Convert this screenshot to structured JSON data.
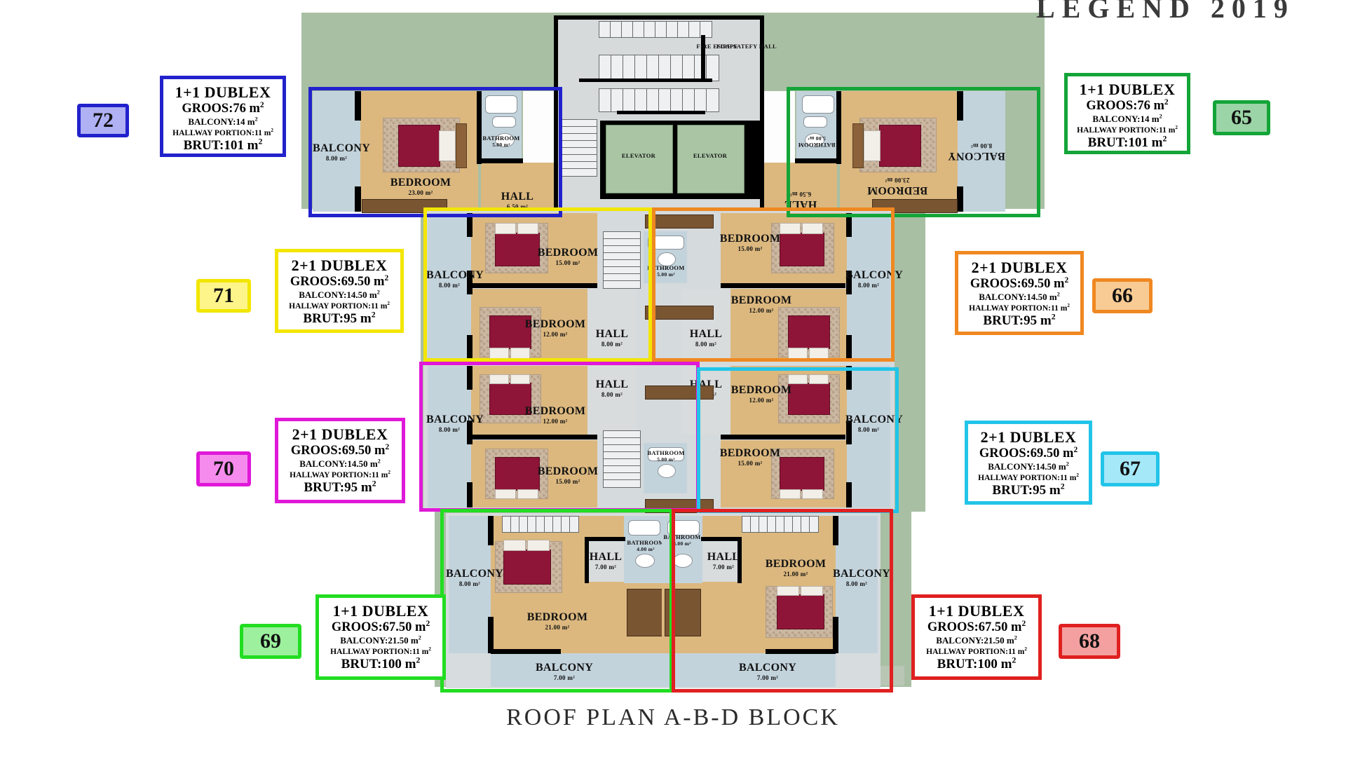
{
  "title": "ROOF PLAN  A-B-D BLOCK",
  "watermark": "LEGEND 2019",
  "colors": {
    "unit_72": "#2222cc",
    "unit_71": "#f2e600",
    "unit_70": "#e018d8",
    "unit_69": "#22dd22",
    "unit_68": "#e02020",
    "unit_67": "#22c4e8",
    "unit_66": "#ef8821",
    "unit_65": "#13a538",
    "badge_72_fill": "#b0b0f5",
    "badge_71_fill": "#fdf48a",
    "badge_70_fill": "#f58ced",
    "badge_69_fill": "#9df09d",
    "badge_68_fill": "#f4a0a0",
    "badge_67_fill": "#a5e8f8",
    "badge_66_fill": "#f8cb94",
    "badge_65_fill": "#9bd4a6"
  },
  "units": [
    {
      "id": "72",
      "badge": "72",
      "type": "1+1 DUBLEX",
      "groos_label": "GROOS:76 m",
      "groos_sup": "2",
      "balcony_label": "BALCONY:14 m",
      "balcony_sup": "2",
      "hallway_label": "HALLWAY PORTION:11 m",
      "hallway_sup": "2",
      "brut_label": "BRUT:101 m",
      "brut_sup": "2",
      "color": "#2222cc"
    },
    {
      "id": "71",
      "badge": "71",
      "type": "2+1 DUBLEX",
      "groos_label": "GROOS:69.50 m",
      "groos_sup": "2",
      "balcony_label": "BALCONY:14.50 m",
      "balcony_sup": "2",
      "hallway_label": "HALLWAY PORTION:11 m",
      "hallway_sup": "2",
      "brut_label": "BRUT:95 m",
      "brut_sup": "2",
      "color": "#f2e600"
    },
    {
      "id": "70",
      "badge": "70",
      "type": "2+1 DUBLEX",
      "groos_label": "GROOS:69.50 m",
      "groos_sup": "2",
      "balcony_label": "BALCONY:14.50 m",
      "balcony_sup": "2",
      "hallway_label": "HALLWAY PORTION:11 m",
      "hallway_sup": "2",
      "brut_label": "BRUT:95 m",
      "brut_sup": "2",
      "color": "#e018d8"
    },
    {
      "id": "69",
      "badge": "69",
      "type": "1+1 DUBLEX",
      "groos_label": "GROOS:67.50 m",
      "groos_sup": "2",
      "balcony_label": "BALCONY:21.50 m",
      "balcony_sup": "2",
      "hallway_label": "HALLWAY PORTION:11 m",
      "hallway_sup": "2",
      "brut_label": "BRUT:100 m",
      "brut_sup": "2",
      "color": "#22dd22"
    },
    {
      "id": "68",
      "badge": "68",
      "type": "1+1 DUBLEX",
      "groos_label": "GROOS:67.50 m",
      "groos_sup": "2",
      "balcony_label": "BALCONY:21.50 m",
      "balcony_sup": "2",
      "hallway_label": "HALLWAY PORTION:11 m",
      "hallway_sup": "2",
      "brut_label": "BRUT:100 m",
      "brut_sup": "2",
      "color": "#e02020"
    },
    {
      "id": "67",
      "badge": "67",
      "type": "2+1 DUBLEX",
      "groos_label": "GROOS:69.50 m",
      "groos_sup": "2",
      "balcony_label": "BALCONY:14.50 m",
      "balcony_sup": "2",
      "hallway_label": "HALLWAY PORTION:11 m",
      "hallway_sup": "2",
      "brut_label": "BRUT:95 m",
      "brut_sup": "2",
      "color": "#22c4e8"
    },
    {
      "id": "66",
      "badge": "66",
      "type": "2+1 DUBLEX",
      "groos_label": "GROOS:69.50 m",
      "groos_sup": "2",
      "balcony_label": "BALCONY:14.50 m",
      "balcony_sup": "2",
      "hallway_label": "HALLWAY PORTION:11 m",
      "hallway_sup": "2",
      "brut_label": "BRUT:95 m",
      "brut_sup": "2",
      "color": "#ef8821"
    },
    {
      "id": "65",
      "badge": "65",
      "type": "1+1 DUBLEX",
      "groos_label": "GROOS:76 m",
      "groos_sup": "2",
      "balcony_label": "BALCONY:14 m",
      "balcony_sup": "2",
      "hallway_label": "HALLWAY PORTION:11 m",
      "hallway_sup": "2",
      "brut_label": "BRUT:101 m",
      "brut_sup": "2",
      "color": "#13a538"
    }
  ],
  "core": {
    "fire_escape": "FIRE ESCAPE",
    "fire_safety_hall": "FIRE SATEFY HALL",
    "elevator_left": "ELEVATOR",
    "elevator_right": "ELEVATOR"
  },
  "rooms": {
    "tl_balcony": {
      "name": "BALCONY",
      "area": "8.00 m²"
    },
    "tl_bedroom": {
      "name": "BEDROOM",
      "area": "23.00 m²"
    },
    "tl_bathroom": {
      "name": "BATHROOM",
      "area": "5.00 m²"
    },
    "tl_hall": {
      "name": "HALL",
      "area": "6.50 m²"
    },
    "tr_balcony": {
      "name": "BALCONY",
      "area": "8.00 m²"
    },
    "tr_bedroom": {
      "name": "BEDROOM",
      "area": "23.00 m²"
    },
    "tr_bathroom": {
      "name": "BATHROOM",
      "area": "5.00 m²"
    },
    "tr_hall": {
      "name": "HALL",
      "area": "6.50 m²"
    },
    "ml_balcony": {
      "name": "BALCONY",
      "area": "8.00 m²"
    },
    "ml_bedroom_a": {
      "name": "BEDROOM",
      "area": "15.00 m²"
    },
    "ml_bedroom_b": {
      "name": "BEDROOM",
      "area": "12.00 m²"
    },
    "ml_hall": {
      "name": "HALL",
      "area": "8.00 m²"
    },
    "mr_balcony": {
      "name": "BALCONY",
      "area": "8.00 m²"
    },
    "mr_bedroom_a": {
      "name": "BEDROOM",
      "area": "15.00 m²"
    },
    "mr_bedroom_b": {
      "name": "BEDROOM",
      "area": "12.00 m²"
    },
    "mr_hall": {
      "name": "HALL",
      "area": "8.00 m²"
    },
    "m_bathroom": {
      "name": "BATHROOM",
      "area": "5.00 m²"
    },
    "ll_balcony": {
      "name": "BALCONY",
      "area": "8.00 m²"
    },
    "ll_bedroom_a": {
      "name": "BEDROOM",
      "area": "12.00 m²"
    },
    "ll_bedroom_b": {
      "name": "BEDROOM",
      "area": "15.00 m²"
    },
    "ll_hall": {
      "name": "HALL",
      "area": "8.00 m²"
    },
    "lr_balcony": {
      "name": "BALCONY",
      "area": "8.00 m²"
    },
    "lr_bedroom_a": {
      "name": "BEDROOM",
      "area": "12.00 m²"
    },
    "lr_bedroom_b": {
      "name": "BEDROOM",
      "area": "15.00 m²"
    },
    "lr_hall": {
      "name": "HALL",
      "area": "8.00 m²"
    },
    "l_bathroom": {
      "name": "BATHROOM",
      "area": "5.00 m²"
    },
    "bl_balcony": {
      "name": "BALCONY",
      "area": "8.00 m²"
    },
    "bl_bedroom": {
      "name": "BEDROOM",
      "area": "21.00 m²"
    },
    "bl_bathroom": {
      "name": "BATHROOM",
      "area": "4.00 m²"
    },
    "bl_hall": {
      "name": "HALL",
      "area": "7.00 m²"
    },
    "bl_balcony2": {
      "name": "BALCONY",
      "area": "7.00 m²"
    },
    "br_balcony": {
      "name": "BALCONY",
      "area": "8.00 m²"
    },
    "br_bedroom": {
      "name": "BEDROOM",
      "area": "21.00 m²"
    },
    "br_bathroom": {
      "name": "BATHROOM",
      "area": "4.00 m²"
    },
    "br_hall": {
      "name": "HALL",
      "area": "7.00 m²"
    },
    "br_balcony2": {
      "name": "BALCONY",
      "area": "7.00 m²"
    }
  }
}
